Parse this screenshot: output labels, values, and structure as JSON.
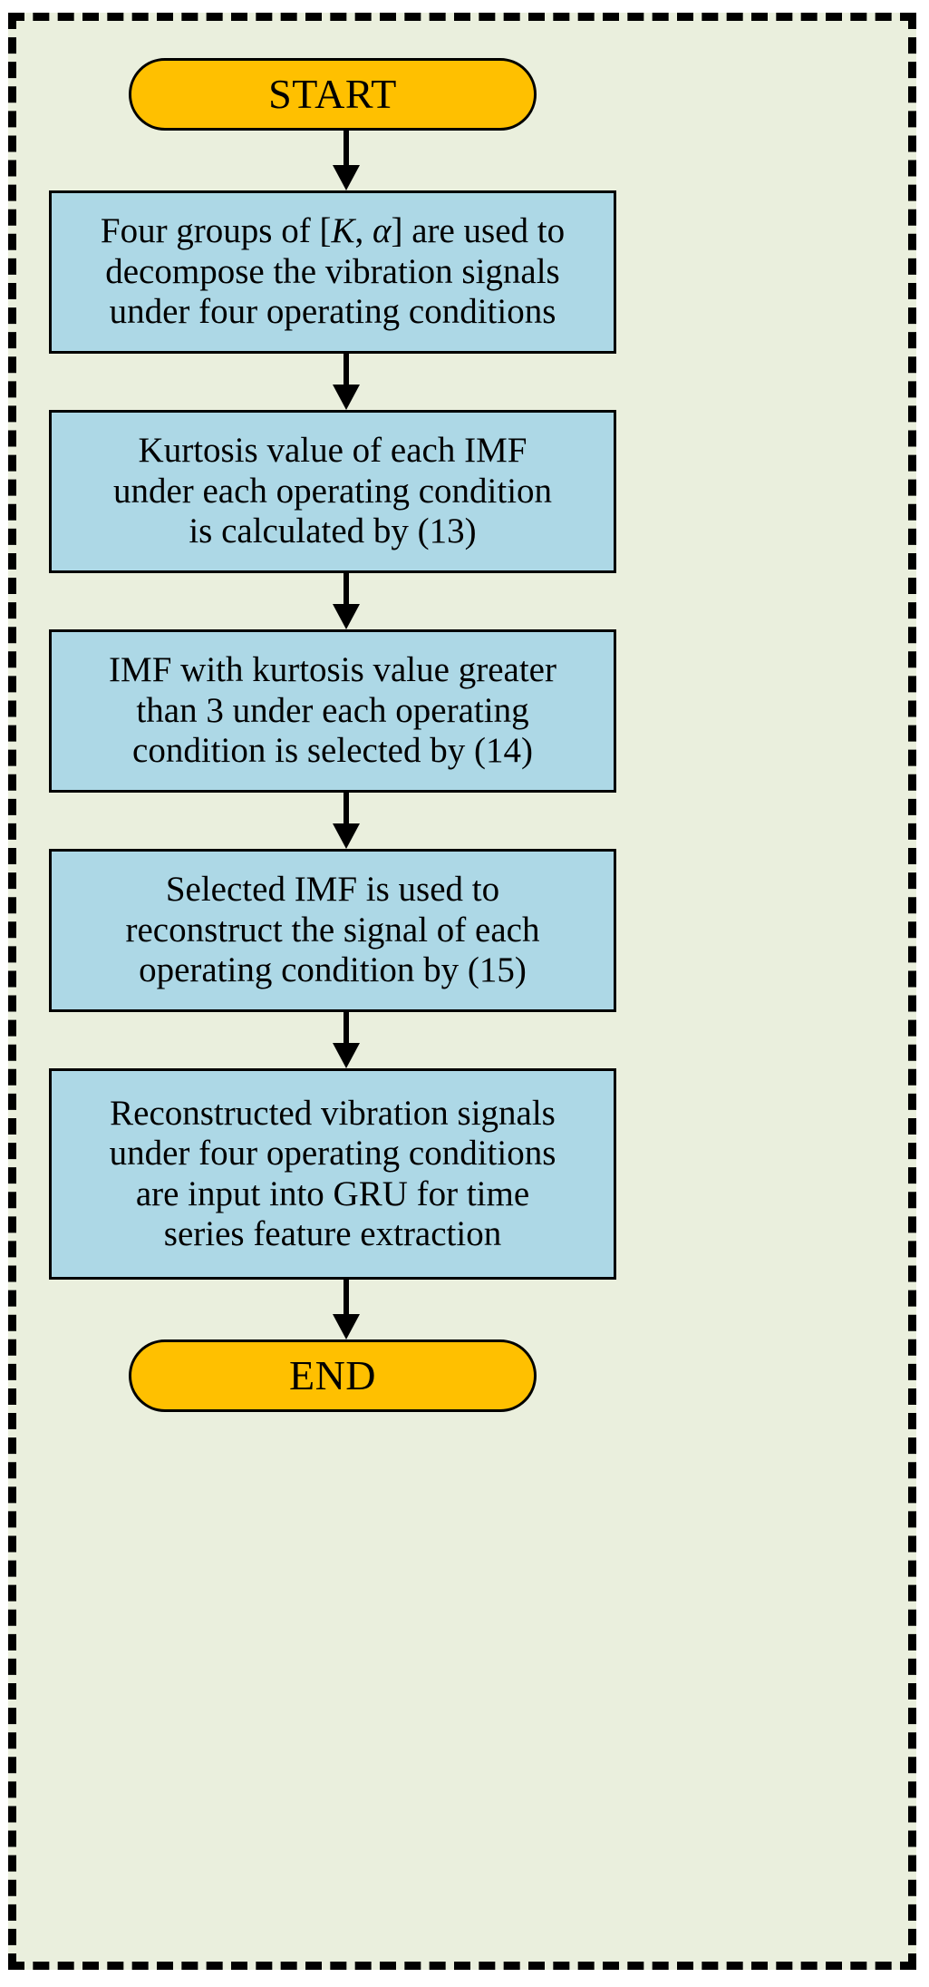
{
  "diagram": {
    "title": "VMD-GRU feature extraction flowchart",
    "background_color": "#eaefdd",
    "frame_style": "dashed",
    "frame_color": "#000000",
    "terminator_color": "#FFC000",
    "process_color": "#ADD8E6",
    "connector_color": "#000000"
  },
  "nodes": {
    "start": {
      "label": "START",
      "shape": "terminator"
    },
    "step1": {
      "shape": "process",
      "lines": [
        {
          "parts": [
            {
              "t": "Four groups of ["
            },
            {
              "t": "K",
              "style": "italic"
            },
            {
              "t": ", "
            },
            {
              "t": "α",
              "style": "italic"
            },
            {
              "t": "] are used to"
            }
          ]
        },
        {
          "parts": [
            {
              "t": "decompose the vibration signals"
            }
          ]
        },
        {
          "parts": [
            {
              "t": "under four operating conditions"
            }
          ]
        }
      ],
      "plain": "Four groups of [K, α] are used to decompose the vibration signals under four operating conditions"
    },
    "step2": {
      "shape": "process",
      "lines": [
        {
          "parts": [
            {
              "t": "Kurtosis value of each IMF"
            }
          ]
        },
        {
          "parts": [
            {
              "t": "under each operating condition"
            }
          ]
        },
        {
          "parts": [
            {
              "t": "is calculated by (13)"
            }
          ]
        }
      ],
      "plain": "Kurtosis value of each IMF under each operating condition is calculated by (13)"
    },
    "step3": {
      "shape": "process",
      "lines": [
        {
          "parts": [
            {
              "t": "IMF with kurtosis value greater"
            }
          ]
        },
        {
          "parts": [
            {
              "t": "than 3 under each operating"
            }
          ]
        },
        {
          "parts": [
            {
              "t": "condition is selected by (14)"
            }
          ]
        }
      ],
      "plain": "IMF with kurtosis value greater than 3 under each operating condition is selected by (14)"
    },
    "step4": {
      "shape": "process",
      "lines": [
        {
          "parts": [
            {
              "t": "Selected IMF is used to"
            }
          ]
        },
        {
          "parts": [
            {
              "t": "reconstruct the signal of each"
            }
          ]
        },
        {
          "parts": [
            {
              "t": "operating condition by (15)"
            }
          ]
        }
      ],
      "plain": "Selected IMF is used to reconstruct the signal of each operating condition by (15)"
    },
    "step5": {
      "shape": "process",
      "lines": [
        {
          "parts": [
            {
              "t": "Reconstructed vibration signals"
            }
          ]
        },
        {
          "parts": [
            {
              "t": "under four operating conditions"
            }
          ]
        },
        {
          "parts": [
            {
              "t": "are input into GRU for time"
            }
          ]
        },
        {
          "parts": [
            {
              "t": "series feature extraction"
            }
          ]
        }
      ],
      "plain": "Reconstructed vibration signals under four operating conditions are input into GRU for time series feature extraction"
    },
    "end": {
      "label": "END",
      "shape": "terminator"
    }
  },
  "connectors": [
    {
      "from": "start",
      "to": "step1"
    },
    {
      "from": "step1",
      "to": "step2"
    },
    {
      "from": "step2",
      "to": "step3"
    },
    {
      "from": "step3",
      "to": "step4"
    },
    {
      "from": "step4",
      "to": "step5"
    },
    {
      "from": "step5",
      "to": "end"
    }
  ]
}
